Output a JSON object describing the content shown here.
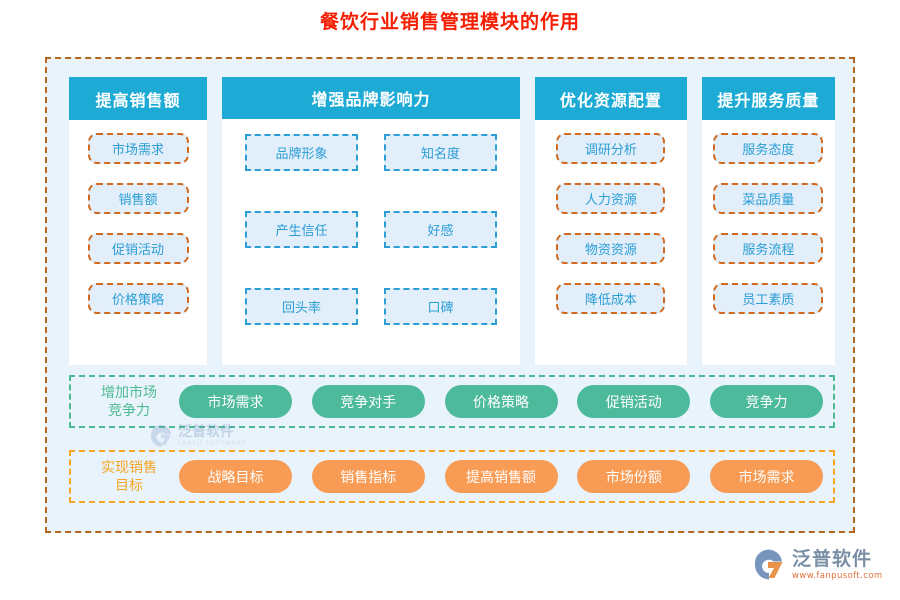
{
  "title": "餐饮行业销售管理模块的作用",
  "colors": {
    "title": "#f51e02",
    "header_bg": "#1dabd5",
    "outer_border": "#b5651d",
    "panel_bg": "#e9f3fc",
    "chip_bg": "#e2eefa",
    "chip_border_orange": "#d2691e",
    "chip_border_blue": "#2b9ed6",
    "chip_text": "#2b9ed6",
    "green": "#4dba9c",
    "orange": "#f89b54"
  },
  "columns": [
    {
      "header": "提高销售额",
      "items": [
        "市场需求",
        "销售额",
        "促销活动",
        "价格策略"
      ]
    },
    {
      "header": "增强品牌影响力",
      "items": [
        "品牌形象",
        "知名度",
        "产生信任",
        "好感",
        "回头率",
        "口碑"
      ]
    },
    {
      "header": "优化资源配置",
      "items": [
        "调研分析",
        "人力资源",
        "物资资源",
        "降低成本"
      ]
    },
    {
      "header": "提升服务质量",
      "items": [
        "服务态度",
        "菜品质量",
        "服务流程",
        "员工素质"
      ]
    }
  ],
  "bars": [
    {
      "label_line1": "增加市场",
      "label_line2": "竞争力",
      "pills": [
        "市场需求",
        "竞争对手",
        "价格策略",
        "促销活动",
        "竞争力"
      ]
    },
    {
      "label_line1": "实现销售",
      "label_line2": "目标",
      "pills": [
        "战略目标",
        "销售指标",
        "提高销售额",
        "市场份额",
        "市场需求"
      ]
    }
  ],
  "watermark": {
    "cn": "泛普软件",
    "en": "FANPU SOFTWARE"
  },
  "logo": {
    "cn": "泛普软件",
    "url": "www.fanpusoft.com"
  }
}
